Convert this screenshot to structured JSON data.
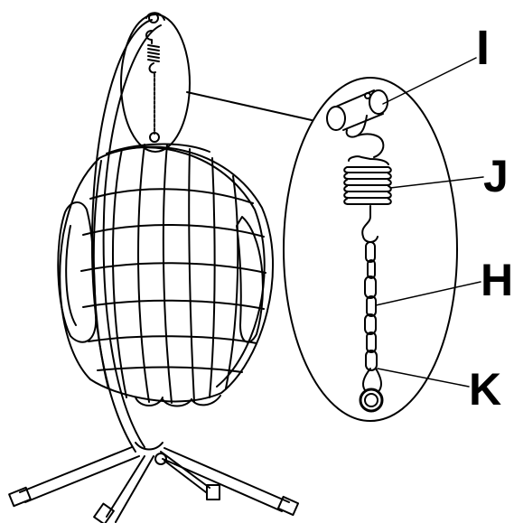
{
  "callouts": {
    "I": "I",
    "J": "J",
    "H": "H",
    "K": "K"
  },
  "colors": {
    "ink": "#000000",
    "background": "#ffffff"
  },
  "icons": [
    "hanging-egg-chair-illustration",
    "spring-icon",
    "hook-icon",
    "chain-icon",
    "ring-icon"
  ]
}
